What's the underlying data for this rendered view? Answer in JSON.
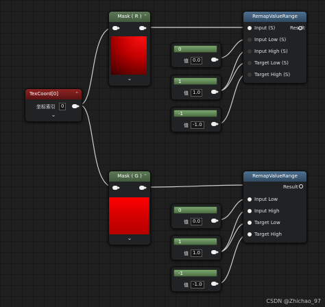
{
  "mask_r": {
    "title": "Mask ( R )"
  },
  "mask_g": {
    "title": "Mask ( G )"
  },
  "texcoord": {
    "title": "TexCoord[0]",
    "field_label": "坐标索引",
    "field_value": "0"
  },
  "remap_top": {
    "title": "RemapValueRange",
    "pins": [
      "Input (S)",
      "Input Low (S)",
      "Input High (S)",
      "Target Low (S)",
      "Target High (S)"
    ],
    "result": "Result"
  },
  "remap_bottom": {
    "title": "RemapValueRange",
    "pins": [
      "Input Low",
      "Input High",
      "Target Low",
      "Target High"
    ],
    "result": "Result"
  },
  "consts_top": [
    {
      "value": "0",
      "label": "值",
      "box": "0.0"
    },
    {
      "value": "1",
      "label": "值",
      "box": "1.0"
    },
    {
      "value": "-1",
      "label": "值",
      "box": "-1.0"
    }
  ],
  "consts_bottom": [
    {
      "value": "0",
      "label": "值",
      "box": "0.0"
    },
    {
      "value": "1",
      "label": "值",
      "box": "1.0"
    },
    {
      "value": "-1",
      "label": "值",
      "box": "-1.0"
    }
  ],
  "watermark": "CSDN @Zhichao_97",
  "colors": {
    "accent_green": "#5d7856",
    "accent_red": "#8e2323",
    "accent_blue": "#4d6f8e"
  }
}
